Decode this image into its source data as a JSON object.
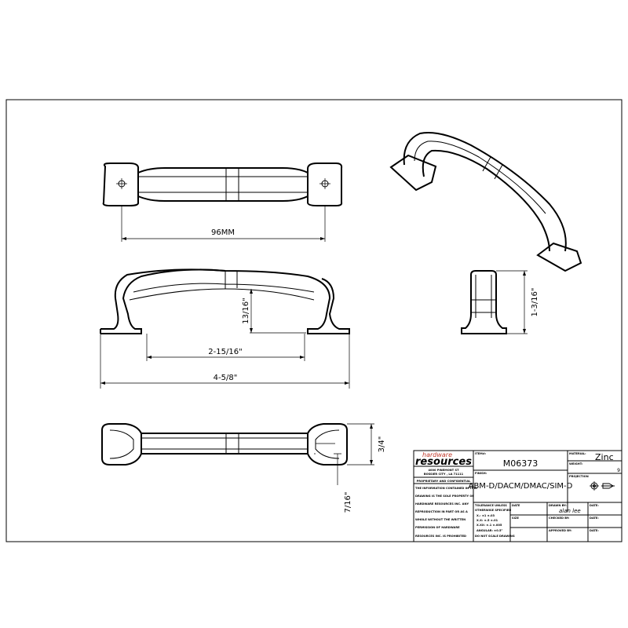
{
  "dimensions": {
    "hole_spacing": "96MM",
    "projection": "13/16\"",
    "center_to_center": "2-15/16\"",
    "overall_length": "4-5/8\"",
    "overall_height": "1-3/16\"",
    "width": "3/4\"",
    "post_width": "7/16\""
  },
  "title_block": {
    "logo_top": "hardware",
    "logo_bottom": "resources",
    "address_line1": "4000 PINEMONT ST",
    "address_line2": "BOSSIER CITY , LA 71111",
    "confidential_heading": "PROPRIETARY AND CONFIDENTIAL",
    "confidential_lines": [
      "THE INFORMATION CONTAINED IN THIS",
      "DRAWING IS THE SOLE PROPERTY OF",
      "HARDWARE RESOURCES INC. ANY",
      "REPRODUCTION IN PART OR AS A",
      "WHOLE WITHOUT THE WRITTEN",
      "PERMISSION OF HARDWARE",
      "RESOURCES INC. IS PROHIBITED"
    ],
    "item_label": "ITEM#:",
    "item_value": "M06373",
    "finish_label": "FINISH:",
    "finish_value": "ABM-D/DACM/DMAC/SIM-D",
    "material_label": "MATERIAL:",
    "material_value": "Zinc",
    "weight_label": "WEIGHT:",
    "weight_value": "9",
    "projection_label": "PROJECTION",
    "tolerance_lines": [
      "TOLERANCE UNLESS",
      "OTHERWISE SPECIFIED",
      "X.: ±1 ±.03",
      "X.X: ±.5 ±.01",
      "X.XX: ±.1 ±.005",
      "ANGULAR: ±0.5°",
      "DO NOT SCALE DRAWING"
    ],
    "date_label": "DATE",
    "size_label": "SIZE",
    "drawn_by_label": "DRAWN BY:",
    "checked_by_label": "CHECKED BY:",
    "approved_by_label": "APPROVED BY:",
    "date1_label": "DATE:",
    "date2_label": "DATE:",
    "date3_label": "DATE:",
    "signature": "alan lee"
  }
}
